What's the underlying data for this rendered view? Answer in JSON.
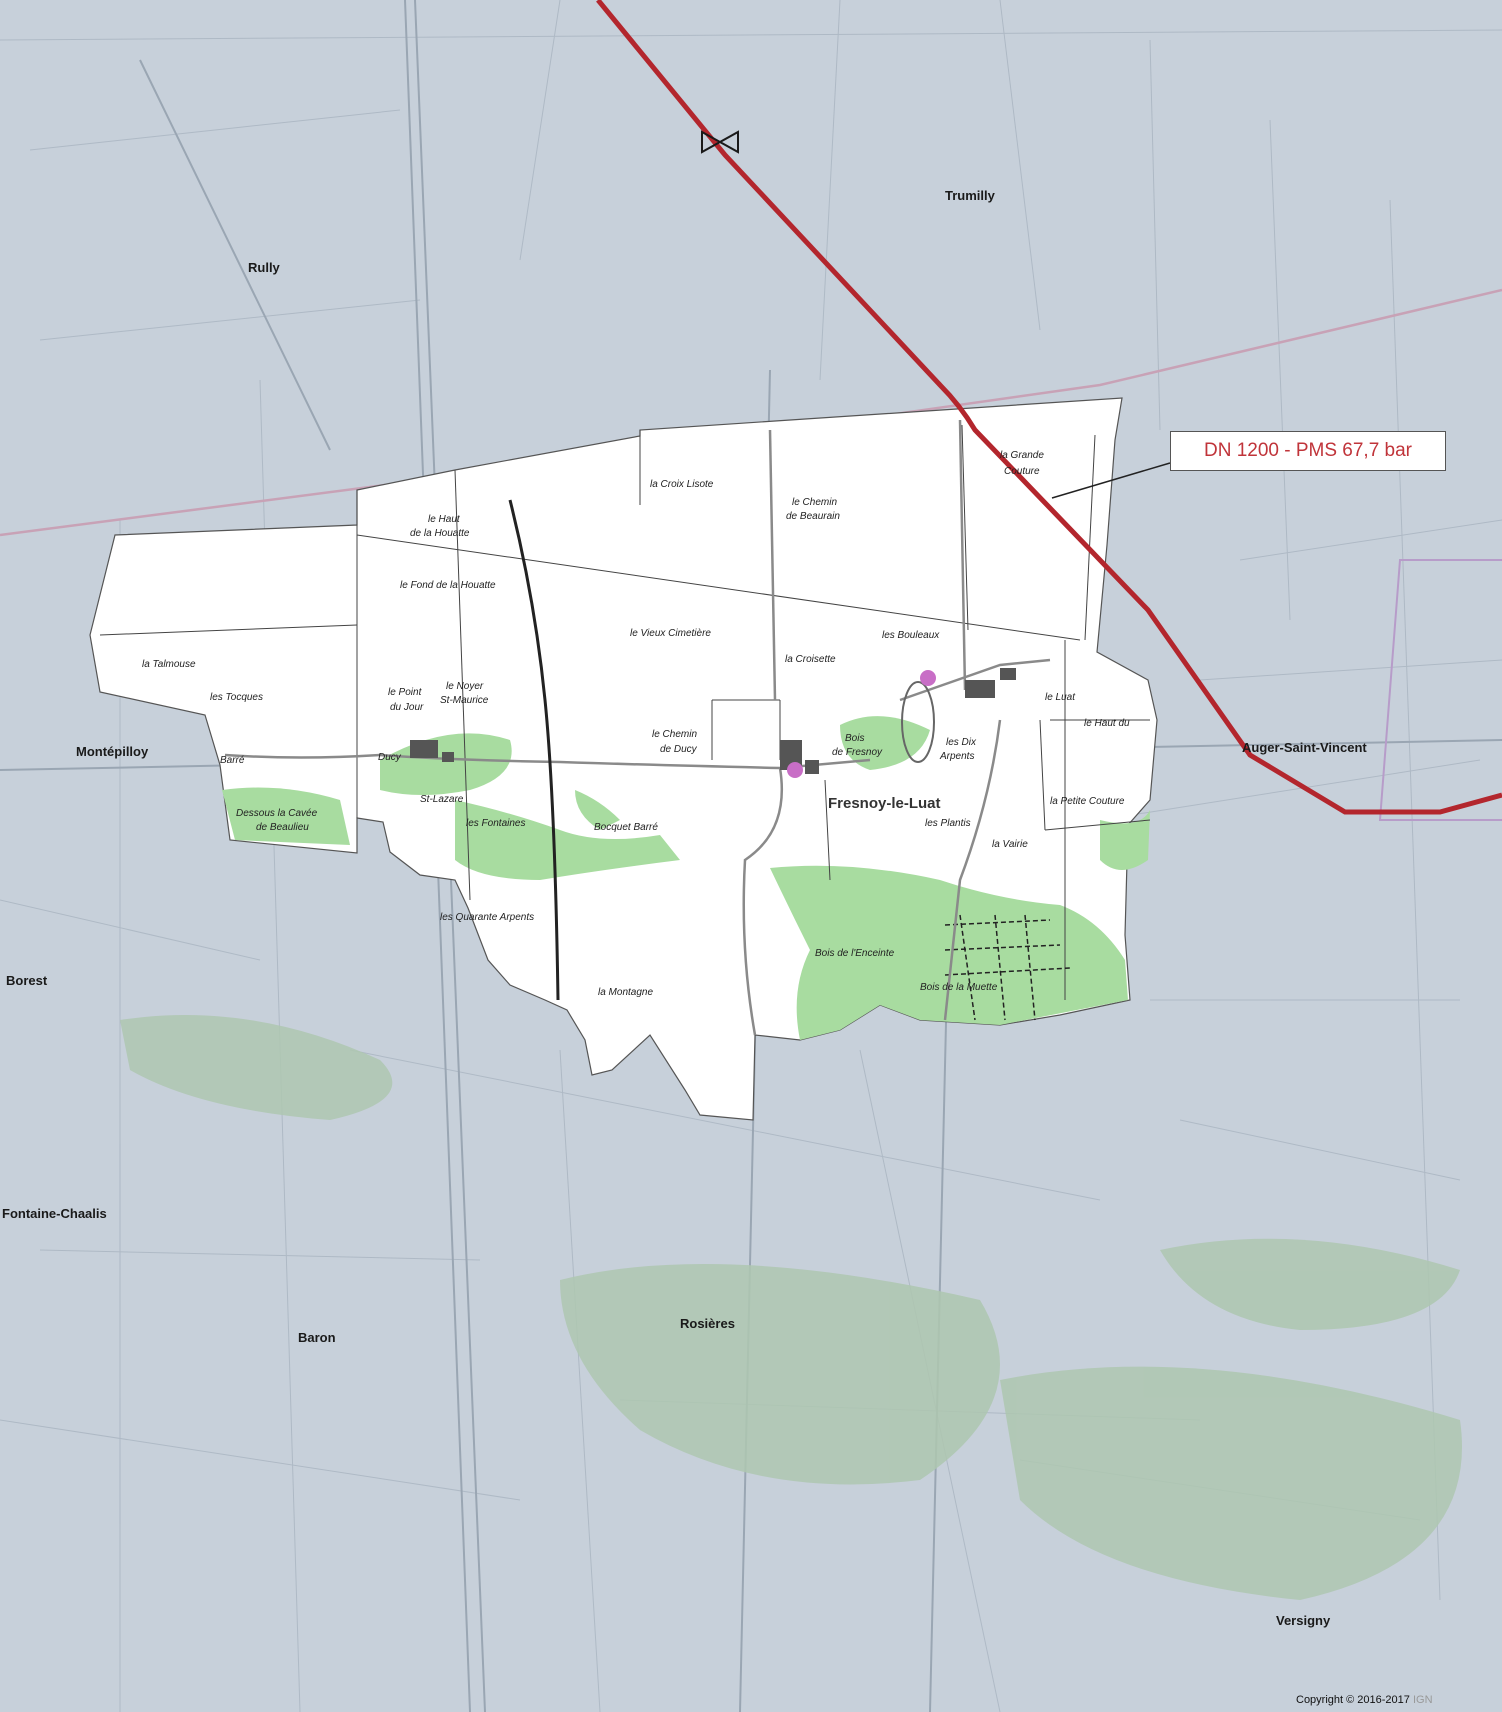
{
  "map": {
    "callout": "DN 1200 - PMS 67,7 bar",
    "copyright": "Copyright © 2016-2017",
    "copyright_source": "IGN",
    "communes": {
      "trumilly": "Trumilly",
      "rully": "Rully",
      "montepilloy": "Montépilloy",
      "auger": "Auger-Saint-Vincent",
      "borest": "Borest",
      "fontaine": "Fontaine-Chaalis",
      "baron": "Baron",
      "rosieres": "Rosières",
      "versigny": "Versigny"
    },
    "village": "Fresnoy-le-Luat",
    "places": {
      "grande_couture_1": "la Grande",
      "grande_couture_2": "Couture",
      "croix_lisote": "la Croix Lisote",
      "chemin_beaurain_1": "le Chemin",
      "chemin_beaurain_2": "de Beaurain",
      "haut_houatte_1": "le Haut",
      "haut_houatte_2": "de la Houatte",
      "fond_houatte": "le Fond de la Houatte",
      "vieux_cimetiere": "le Vieux Cimetière",
      "croisette": "la Croisette",
      "bouleaux": "les Bouleaux",
      "luat": "le Luat",
      "haut_du": "le Haut du",
      "talmouse": "la Talmouse",
      "tocques": "les Tocques",
      "point_jour_1": "le Point",
      "point_jour_2": "du Jour",
      "noyer_1": "le Noyer",
      "noyer_2": "St-Maurice",
      "chemin_ducy_1": "le Chemin",
      "chemin_ducy_2": "de Ducy",
      "bois_fresnoy_1": "Bois",
      "bois_fresnoy_2": "de Fresnoy",
      "dix_arpents_1": "les Dix",
      "dix_arpents_2": "Arpents",
      "petite_couture": "la Petite Couture",
      "plantis": "les Plantis",
      "vairie": "la Vairie",
      "ducy": "Ducy",
      "barre": "Barré",
      "st_lazare": "St-Lazare",
      "fontaines": "les Fontaines",
      "bocquet_barre": "Bocquet Barré",
      "dessous_1": "Dessous la Cavée",
      "dessous_2": "de Beaulieu",
      "quarante": "les Quarante Arpents",
      "bois_enceinte": "Bois de l'Enceinte",
      "bois_muette": "Bois de la Muette",
      "montagne": "la Montagne"
    },
    "colors": {
      "outside_tint": "#c9d2dc",
      "study_area": "#ffffff",
      "woods": "#a8dca0",
      "pipeline": "#b3262d",
      "callout_text": "#c0343a"
    }
  }
}
